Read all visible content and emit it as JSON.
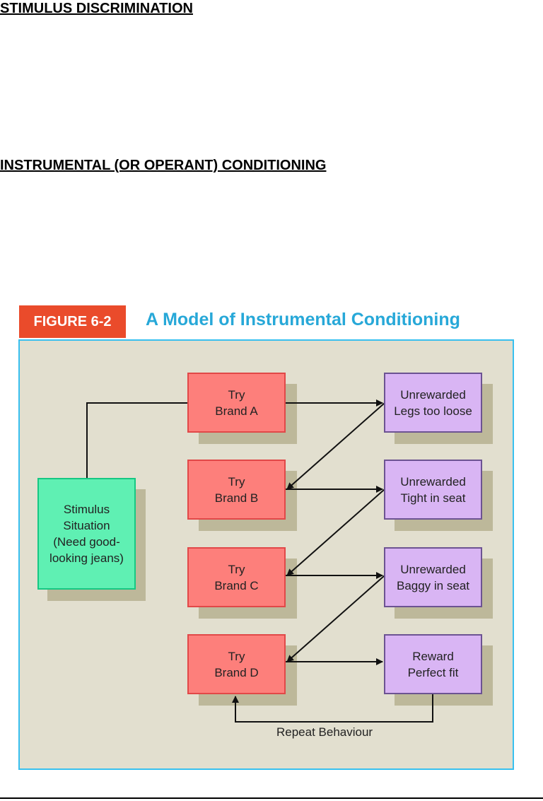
{
  "headings": {
    "stimulus_discrimination": "STIMULUS DISCRIMINATION",
    "instrumental_conditioning": "INSTRUMENTAL (OR OPERANT) CONDITIONING"
  },
  "figure": {
    "tag": "FIGURE 6-2",
    "title": "A Model of Instrumental Conditioning",
    "stimulus": [
      "Stimulus",
      "Situation",
      "(Need good-",
      "looking jeans)"
    ],
    "tries": [
      [
        "Try",
        "Brand A"
      ],
      [
        "Try",
        "Brand B"
      ],
      [
        "Try",
        "Brand C"
      ],
      [
        "Try",
        "Brand D"
      ]
    ],
    "outcomes": [
      [
        "Unrewarded",
        "Legs too loose"
      ],
      [
        "Unrewarded",
        "Tight in seat"
      ],
      [
        "Unrewarded",
        "Baggy in seat"
      ],
      [
        "Reward",
        "Perfect fit"
      ]
    ],
    "repeat_label": "Repeat Behaviour",
    "colors": {
      "tag_bg": "#ea4b2b",
      "title": "#27a8d8",
      "panel_bg": "#e2dfcf",
      "panel_border": "#38c0ef",
      "try_fill": "#fd7f7b",
      "outcome_fill": "#d9b5f4",
      "stimulus_fill": "#5ff0b3"
    }
  }
}
